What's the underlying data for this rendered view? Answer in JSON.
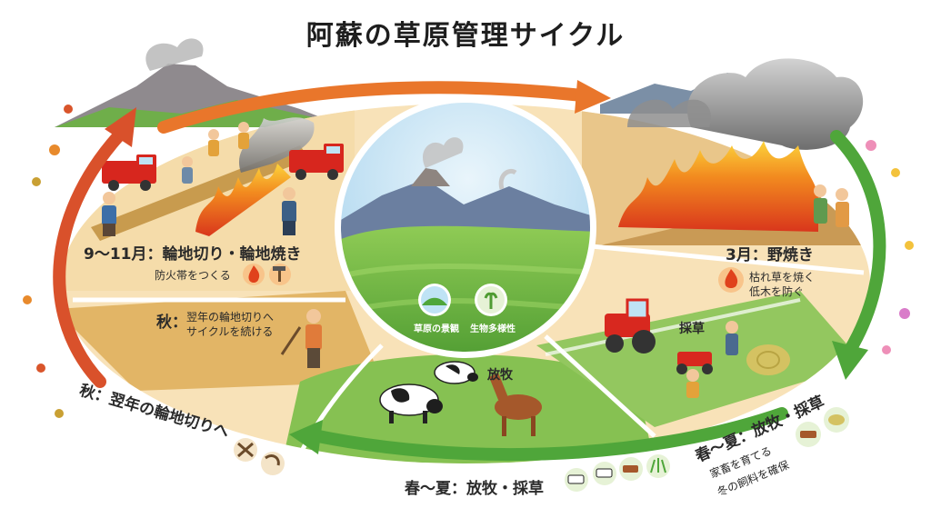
{
  "title": "阿蘇の草原管理サイクル",
  "center": {
    "badge1": "草原の景観",
    "badge2": "生物多様性"
  },
  "autumn_fire": {
    "heading": "9〜11月：輪地切り・輪地焼き",
    "sub": "防火帯をつくる"
  },
  "march": {
    "heading": "3月：野焼き",
    "sub1": "枯れ草を焼く",
    "sub2": "低木を防ぐ"
  },
  "autumn_next": {
    "heading": "秋：",
    "line1": "翌年の輪地切りへ",
    "line2": "サイクルを続ける"
  },
  "segments": {
    "grazing": "放牧",
    "mowing": "採草"
  },
  "outer": {
    "left": "秋：翌年の輪地切りへ",
    "bottom": "春〜夏：放牧・採草",
    "right_heading": "春〜夏：放牧・採草",
    "right_sub1": "家畜を育てる",
    "right_sub2": "冬の飼料を確保"
  },
  "colors": {
    "arrow_orange": "#e9762b",
    "arrow_red": "#d9512b",
    "arrow_green": "#4fa63a",
    "sky": "#cfe8f5",
    "grass": "#7cbf4a",
    "field": "#f6dcae"
  }
}
